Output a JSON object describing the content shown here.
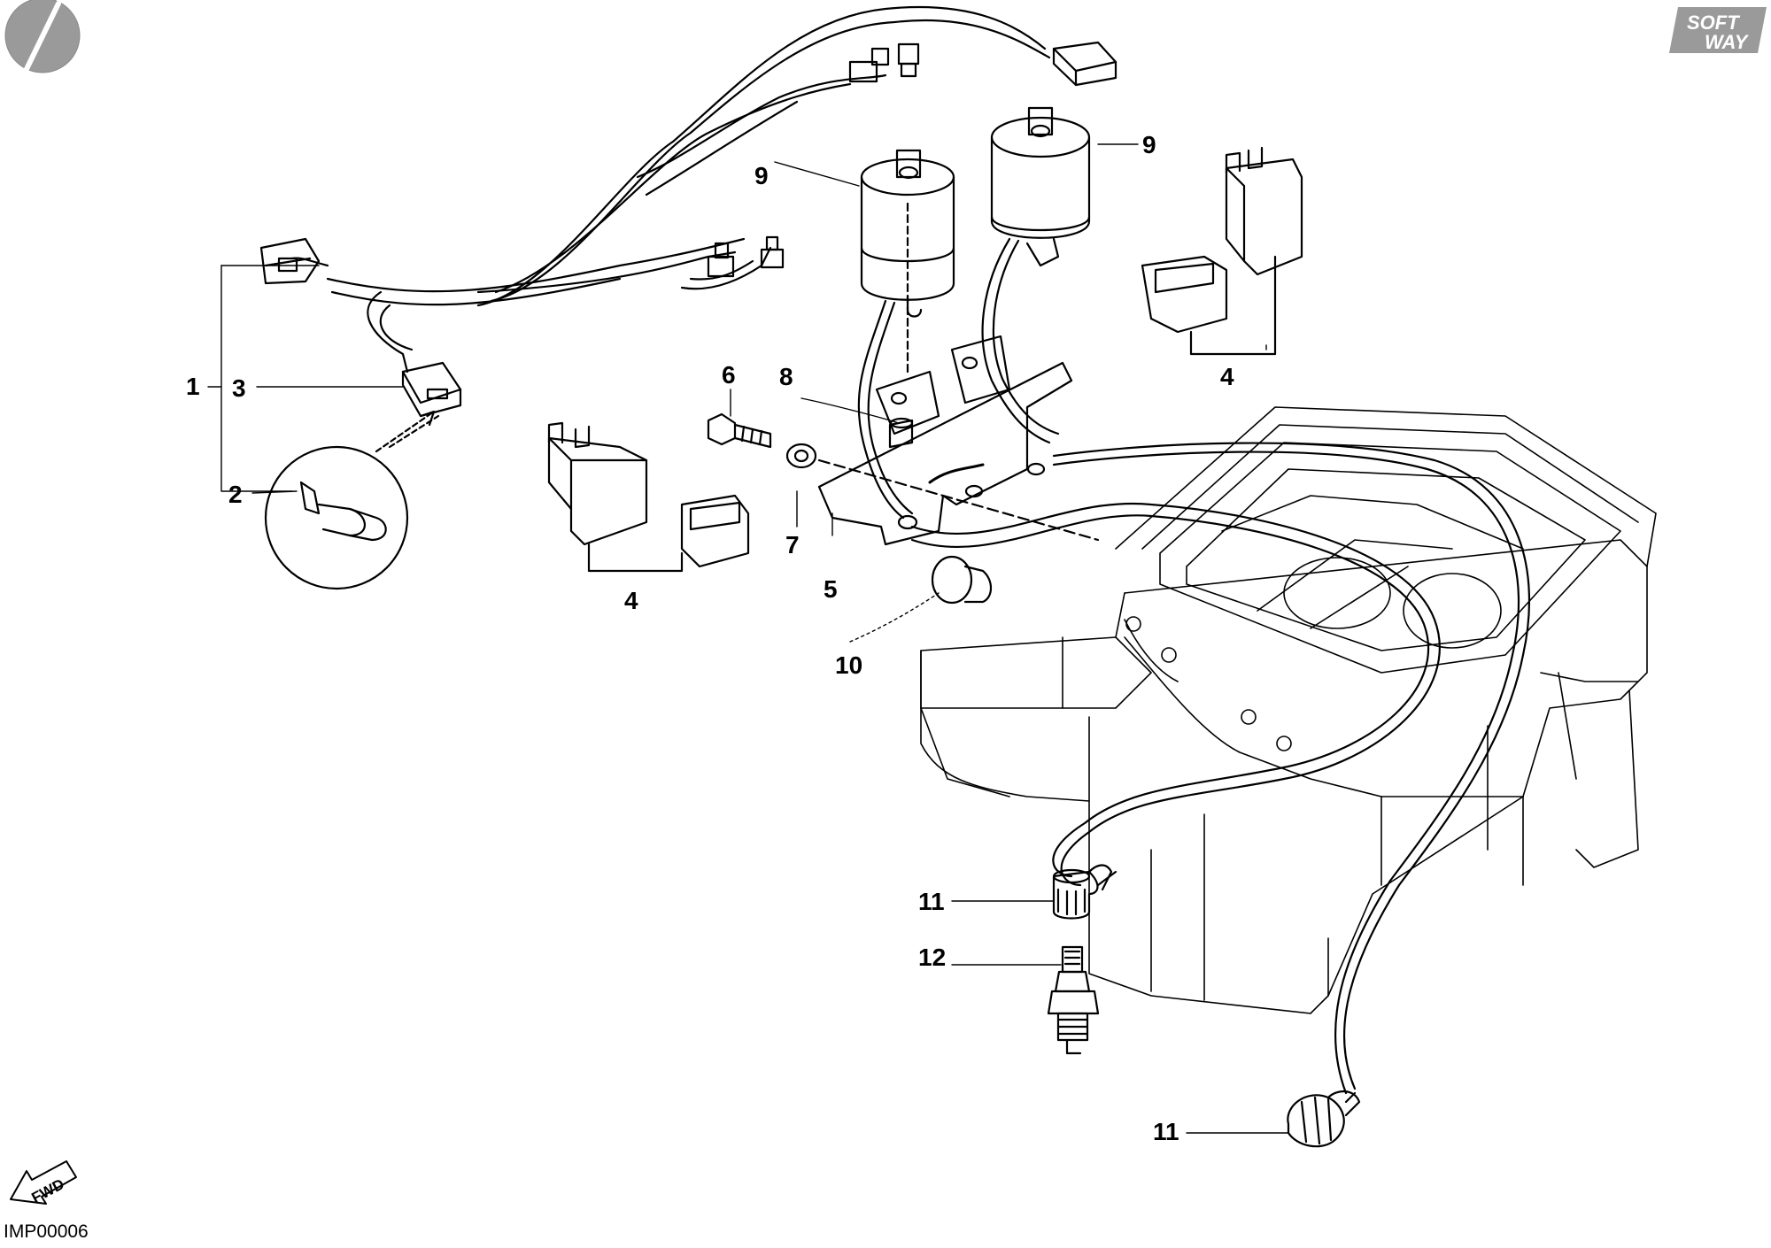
{
  "figure": {
    "code": "IMP00006",
    "brand_logo": {
      "line1": "SOFT",
      "line2": "WAY"
    },
    "direction_marker": "FWD"
  },
  "callouts": [
    {
      "id": "c1",
      "label": "1"
    },
    {
      "id": "c3",
      "label": "3"
    },
    {
      "id": "c2",
      "label": "2"
    },
    {
      "id": "c4a",
      "label": "4"
    },
    {
      "id": "c4b",
      "label": "4"
    },
    {
      "id": "c5",
      "label": "5"
    },
    {
      "id": "c6",
      "label": "6"
    },
    {
      "id": "c7",
      "label": "7"
    },
    {
      "id": "c8",
      "label": "8"
    },
    {
      "id": "c9a",
      "label": "9"
    },
    {
      "id": "c9b",
      "label": "9"
    },
    {
      "id": "c10",
      "label": "10"
    },
    {
      "id": "c11a",
      "label": "11"
    },
    {
      "id": "c11b",
      "label": "11"
    },
    {
      "id": "c12",
      "label": "12"
    }
  ],
  "colors": {
    "line": "#000000",
    "background": "#ffffff",
    "logo_grey": "#9a9a9a"
  }
}
